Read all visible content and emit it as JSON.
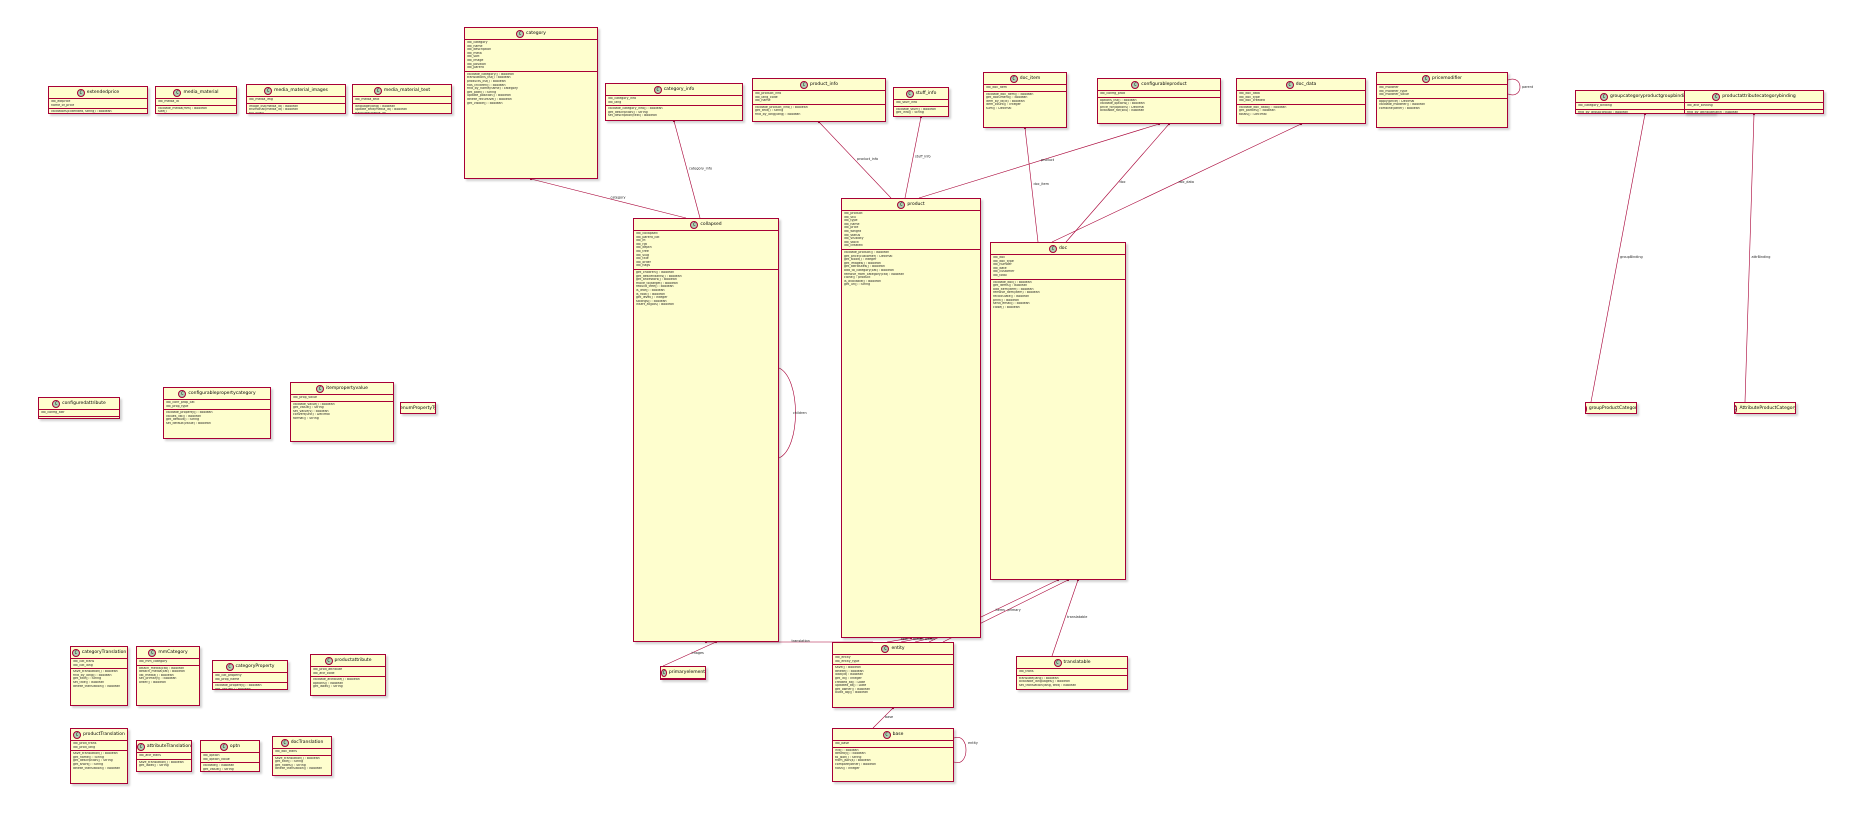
{
  "colors": {
    "class_fill": "#fefece",
    "class_border": "#a80036",
    "edge": "#a80036",
    "icon": "#add1b2"
  },
  "classes": [
    {
      "name": "extendedprice",
      "fields": [
        "idx_extprice",
        "name_of_price"
      ],
      "methods": [
        "validators(Extended, string) : Boolean",
        "calculate_price(qty) : Boolean"
      ]
    },
    {
      "name": "media_material",
      "fields": [
        "idx_media_id"
      ],
      "methods": [
        "validate_media(mm) : Boolean",
        "size()"
      ]
    },
    {
      "name": "media_material_images",
      "fields": [
        "idx_media_img"
      ],
      "methods": [
        "image_list(media_id) : Boolean",
        "thumbnail(media_id) : Boolean",
        "full_size()",
        "size()"
      ]
    },
    {
      "name": "media_material_text",
      "fields": [
        "idx_media_text"
      ],
      "methods": [
        "language(lang) : Boolean",
        "update_text(media_id) : Boolean",
        "translate(media_id)",
        "size()"
      ]
    },
    {
      "name": "category",
      "fields": [
        "idx_category",
        "idx_name",
        "idx_description",
        "idx_meta",
        "idx_sort",
        "idx_image",
        "idx_position",
        "idx_parent"
      ],
      "methods": [
        "validate_category() : Boolean",
        "translations_list() : Boolean",
        "products_list() : Boolean",
        "has_children() : Boolean",
        "find_by_name(name) : category",
        "get_path() : String",
        "update_position() : Boolean",
        "delete_recursive() : Boolean",
        "get_visible() : Boolean"
      ]
    },
    {
      "name": "category_info",
      "fields": [
        "idx_category_info",
        "idx_lang"
      ],
      "methods": [
        "validate_category_info() : Boolean",
        "get_description() : String",
        "set_description(text) : Boolean"
      ]
    },
    {
      "name": "product_info",
      "fields": [
        "idx_product_info",
        "idx_lang_code",
        "idx_name"
      ],
      "methods": [
        "validate_product_info() : Boolean",
        "get_text() : String",
        "find_by_lang(lang) : Boolean"
      ]
    },
    {
      "name": "stuff_info",
      "fields": [
        "idx_stuff_info"
      ],
      "methods": [
        "validate_stuff() : Boolean",
        "get_info() : String"
      ]
    },
    {
      "name": "doc_item",
      "fields": [
        "idx_doc_item"
      ],
      "methods": [
        "validate_doc_item() : Boolean",
        "get_document() : Boolean",
        "item_by_id(id) : Boolean",
        "item_count() : Integer",
        "sum() : Decimal"
      ]
    },
    {
      "name": "configurableproduct",
      "fields": [
        "idx_config_prod"
      ],
      "methods": [
        "options_list() : Boolean",
        "validate_options() : Boolean",
        "price_for(options) : Decimal",
        "available_for(sku) : Boolean"
      ]
    },
    {
      "name": "doc_data",
      "fields": [
        "idx_doc_data",
        "idx_doc_type",
        "idx_doc_created"
      ],
      "methods": [
        "validate_doc_data() : Boolean",
        "get_parties() : Boolean",
        "totals() : Decimal"
      ]
    },
    {
      "name": "pricemodifier",
      "fields": [
        "idx_modifier",
        "idx_modifier_type",
        "idx_modifier_value"
      ],
      "methods": [
        "apply(price) : Decimal",
        "validate_modifier() : Boolean",
        "combine(other) : Boolean"
      ]
    },
    {
      "name": "groupcategoryproductgroupbinding",
      "fields": [
        "idx_category_binding"
      ],
      "methods": [
        "find_by_group(group) : Boolean"
      ]
    },
    {
      "name": "productattributecategorybinding",
      "fields": [
        "idx_attr_binding"
      ],
      "methods": [
        "find_by_attribute(attr) : Boolean"
      ]
    },
    {
      "name": "configuredattribute",
      "fields": [
        "idx_config_attr"
      ],
      "methods": [
        "configure(product, attr) : Boolean"
      ]
    },
    {
      "name": "configurablepropertycategory",
      "fields": [
        "idx_conf_prop_cat",
        "idx_prop_type"
      ],
      "methods": [
        "validate_property() : Boolean",
        "values_list() : Boolean",
        "get_default() : String",
        "set_default(value) : Boolean"
      ]
    },
    {
      "name": "itempropertyvalue",
      "fields": [
        "idx_prop_value"
      ],
      "methods": [
        "validate_value() : Boolean",
        "get_value() : String",
        "set_value(v) : Boolean",
        "convert(unit) : Decimal",
        "format() : String"
      ]
    },
    {
      "name": "enumPropertyType",
      "fields": [],
      "methods": []
    },
    {
      "name": "collapsed",
      "fields": [
        "idx_collapsed",
        "idx_parent_cat",
        "idx_lft",
        "idx_rgt",
        "idx_depth",
        "idx_tree",
        "idx_slug",
        "idx_title",
        "idx_order",
        "idx_flags"
      ],
      "methods": [
        "get_children() : Boolean",
        "get_descendants() : Boolean",
        "get_ancestors() : Boolean",
        "move_to(target) : Boolean",
        "rebuild_tree() : Boolean",
        "is_leaf() : Boolean",
        "is_root() : Boolean",
        "get_level() : Integer",
        "siblings() : Boolean",
        "insert_at(pos) : Boolean"
      ]
    },
    {
      "name": "product",
      "fields": [
        "idx_product",
        "idx_sku",
        "idx_type",
        "idx_name",
        "idx_price",
        "idx_weight",
        "idx_status",
        "idx_visibility",
        "idx_stock",
        "idx_created"
      ],
      "methods": [
        "validate_product() : Boolean",
        "get_price(customer) : Decimal",
        "get_stock() : Integer",
        "get_images() : Boolean",
        "get_attributes() : Boolean",
        "add_to_category(cat) : Boolean",
        "remove_from_category(cat) : Boolean",
        "clone() : product",
        "is_available() : Boolean",
        "get_url() : String"
      ]
    },
    {
      "name": "doc",
      "fields": [
        "idx_doc",
        "idx_doc_type",
        "idx_number",
        "idx_date",
        "idx_customer",
        "idx_total"
      ],
      "methods": [
        "validate_doc() : Boolean",
        "get_items() : Boolean",
        "add_item(item) : Boolean",
        "remove_item(item) : Boolean",
        "recalculate() : Boolean",
        "print() : Boolean",
        "send_email() : Boolean",
        "close() : Boolean"
      ]
    },
    {
      "name": "primaryelement",
      "fields": [],
      "methods": []
    },
    {
      "name": "entity",
      "fields": [
        "idx_entity",
        "idx_entity_type"
      ],
      "methods": [
        "save() : Boolean",
        "delete() : Boolean",
        "load(id) : Boolean",
        "get_id() : Integer",
        "created_at() : Date",
        "updated_at() : Date",
        "get_owner() : Boolean",
        "audit_log() : Boolean"
      ]
    },
    {
      "name": "translatable",
      "fields": [
        "idx_trans"
      ],
      "methods": [
        "translate(lang) : Boolean",
        "available_languages() : Boolean",
        "set_translation(lang, text) : Boolean"
      ]
    },
    {
      "name": "base",
      "fields": [
        "idx_base"
      ],
      "methods": [
        "init() : Boolean",
        "destroy() : Boolean",
        "to_json() : String",
        "from_json(s) : Boolean",
        "compare(other) : Boolean",
        "hash() : Integer"
      ]
    },
    {
      "name": "categoryTranslation",
      "fields": [
        "idx_cat_trans",
        "idx_cat_lang"
      ],
      "methods": [
        "save_translation() : Boolean",
        "find_by_lang() : Boolean",
        "get_title() : String",
        "set_title() : Boolean",
        "delete_translation() : Boolean"
      ]
    },
    {
      "name": "mmCategory",
      "fields": [
        "idx_mm_category"
      ],
      "methods": [
        "attach_media(cat) : Boolean",
        "detach_media(cat) : Boolean",
        "list_media() : Boolean",
        "set_primary() : Boolean",
        "order() : Boolean"
      ]
    },
    {
      "name": "categoryProperty",
      "fields": [
        "idx_cat_property",
        "idx_prop_name"
      ],
      "methods": [
        "validate_property() : Boolean",
        "get_values() : Boolean"
      ]
    },
    {
      "name": "productattribute",
      "fields": [
        "idx_prod_attribute",
        "idx_attr_code"
      ],
      "methods": [
        "validate_attribute() : Boolean",
        "options() : Boolean",
        "get_label() : String"
      ]
    },
    {
      "name": "productTranslation",
      "fields": [
        "idx_prod_trans",
        "idx_prod_lang"
      ],
      "methods": [
        "save_translation() : Boolean",
        "get_name() : String",
        "get_description() : String",
        "get_short() : String",
        "delete_translation() : Boolean"
      ]
    },
    {
      "name": "attributeTranslation",
      "fields": [
        "idx_attr_trans"
      ],
      "methods": [
        "save_translation() : Boolean",
        "get_label() : String"
      ]
    },
    {
      "name": "optn",
      "fields": [
        "idx_option",
        "idx_option_value"
      ],
      "methods": [
        "validate() : Boolean",
        "get_value() : String"
      ]
    },
    {
      "name": "docTranslation",
      "fields": [
        "idx_doc_trans"
      ],
      "methods": [
        "save_translation() : Boolean",
        "get_title() : String",
        "get_notes() : String",
        "delete_translation() : Boolean"
      ]
    },
    {
      "name": "groupProductCategory",
      "fields": [],
      "methods": []
    },
    {
      "name": "AttributeProductCategory",
      "fields": [],
      "methods": []
    }
  ],
  "edges": [
    {
      "label": "category"
    },
    {
      "label": "category_info"
    },
    {
      "label": "product_info"
    },
    {
      "label": "stuff_info"
    },
    {
      "label": "product"
    },
    {
      "label": "doc_item"
    },
    {
      "label": "doc_data"
    },
    {
      "label": "doc"
    },
    {
      "label": "parent"
    },
    {
      "label": "groupBinding"
    },
    {
      "label": "attrBinding"
    },
    {
      "label": "children"
    },
    {
      "label": "translation"
    },
    {
      "label": "images"
    },
    {
      "label": "text"
    },
    {
      "label": "media"
    },
    {
      "label": "owner"
    },
    {
      "label": "items"
    },
    {
      "label": "primary"
    },
    {
      "label": "translatable"
    },
    {
      "label": "base"
    },
    {
      "label": "entity"
    }
  ]
}
